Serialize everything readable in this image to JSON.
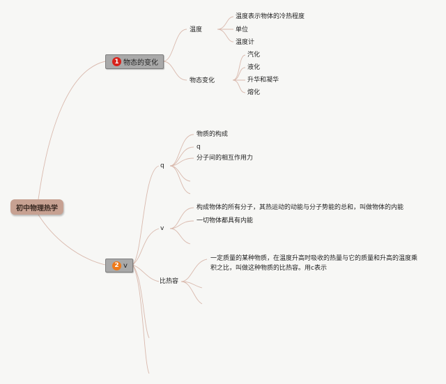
{
  "root": {
    "label": "初中物理热学"
  },
  "branch1": {
    "badge": "1",
    "label": "物态的变化",
    "temperature": {
      "label": "温度",
      "items": [
        "温度表示物体的冷热程度",
        "单位",
        "温度计"
      ]
    },
    "state_change": {
      "label": "物态变化",
      "items": [
        "汽化",
        "液化",
        "升华和凝华",
        "熔化"
      ]
    }
  },
  "branch2": {
    "badge": "2",
    "label": "v",
    "q_group": {
      "label": "q",
      "items": [
        "物质的构成",
        "q",
        "分子间的相互作用力"
      ]
    },
    "v_group": {
      "label": "v",
      "items": [
        "构成物体的所有分子，其热运动的动能与分子势能的总和，叫做物体的内能",
        "一切物体都具有内能"
      ]
    },
    "heat_capacity": {
      "label": "比热容",
      "definition": "一定质量的某种物质，在温度升高时吸收的热量与它的质量和升高的温度乘积之比，叫做这种物质的比热容。用c表示"
    }
  },
  "colors": {
    "line": "#d9b9ad",
    "root": "#c7a192",
    "branch": "#a9a9a9",
    "badge1": "#d8221a",
    "badge2": "#ee7a1a"
  }
}
